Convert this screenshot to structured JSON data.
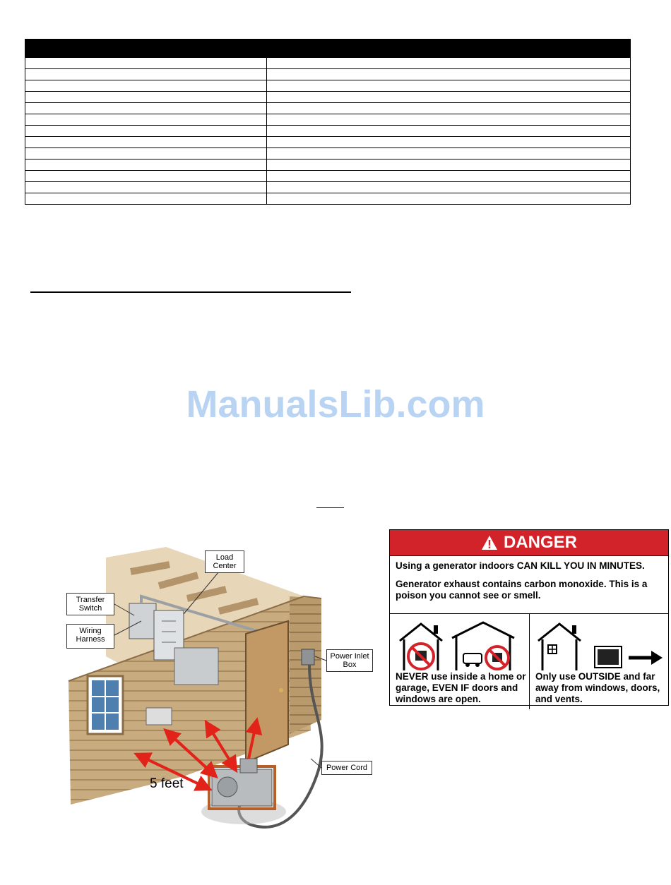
{
  "table": {
    "rows": [
      [
        "",
        ""
      ],
      [
        "",
        ""
      ],
      [
        "",
        ""
      ],
      [
        "",
        ""
      ],
      [
        "",
        ""
      ],
      [
        "",
        ""
      ],
      [
        "",
        ""
      ],
      [
        "",
        ""
      ],
      [
        "",
        ""
      ],
      [
        "",
        ""
      ],
      [
        "",
        ""
      ],
      [
        "",
        ""
      ],
      [
        "",
        ""
      ]
    ]
  },
  "watermark": "ManualsLib.com",
  "diagram": {
    "labels": {
      "load_center": "Load Center",
      "transfer_switch": "Transfer Switch",
      "wiring_harness": "Wiring Harness",
      "power_inlet_box": "Power Inlet Box",
      "power_cord": "Power Cord",
      "distance": "5 feet"
    }
  },
  "danger": {
    "title": "DANGER",
    "line1_a": "Using a ",
    "line1_b": "generator",
    "line1_c": " indoors CAN KILL YOU IN MINUTES.",
    "line2": "Generator exhaust contains carbon monoxide.  This is a poison you cannot see or smell.",
    "left_caption": "NEVER use inside a home or garage, EVEN IF doors and windows are open.",
    "right_caption": "Only use OUTSIDE and far away from windows, doors, and vents."
  },
  "colors": {
    "danger_red": "#d2232a",
    "arrow_red": "#e2231a",
    "siding": "#c9ab80",
    "watermark": "#b9d4f3"
  }
}
